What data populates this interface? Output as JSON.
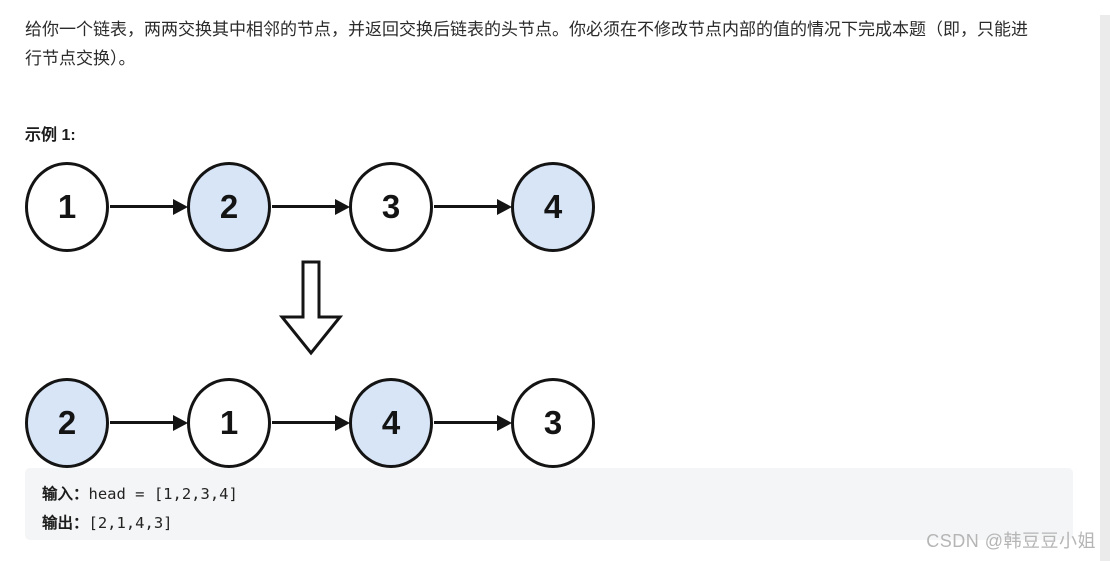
{
  "problem": {
    "description_lines": [
      "给你一个链表，两两交换其中相邻的节点，并返回交换后链表的头节点。你必须在不修改节点内部的值的情况下完成本题（即，只能进",
      "行节点交换）。"
    ],
    "example_label": "示例 1:"
  },
  "diagram": {
    "type": "linked-list-transformation",
    "node_default_color": "#ffffff",
    "node_highlight_color": "#d7e5f7",
    "stroke_color": "#141414",
    "rows": [
      {
        "name": "input-list",
        "nodes": [
          {
            "value": "1",
            "highlighted": false
          },
          {
            "value": "2",
            "highlighted": true
          },
          {
            "value": "3",
            "highlighted": false
          },
          {
            "value": "4",
            "highlighted": true
          }
        ]
      },
      {
        "name": "output-list",
        "nodes": [
          {
            "value": "2",
            "highlighted": true
          },
          {
            "value": "1",
            "highlighted": false
          },
          {
            "value": "4",
            "highlighted": true
          },
          {
            "value": "3",
            "highlighted": false
          }
        ]
      }
    ],
    "transform_arrow_direction": "down"
  },
  "example_io": {
    "input_label": "输入：",
    "input_value": "head = [1,2,3,4]",
    "output_label": "输出：",
    "output_value": "[2,1,4,3]"
  },
  "watermark": {
    "text": "CSDN @韩豆豆小姐"
  }
}
